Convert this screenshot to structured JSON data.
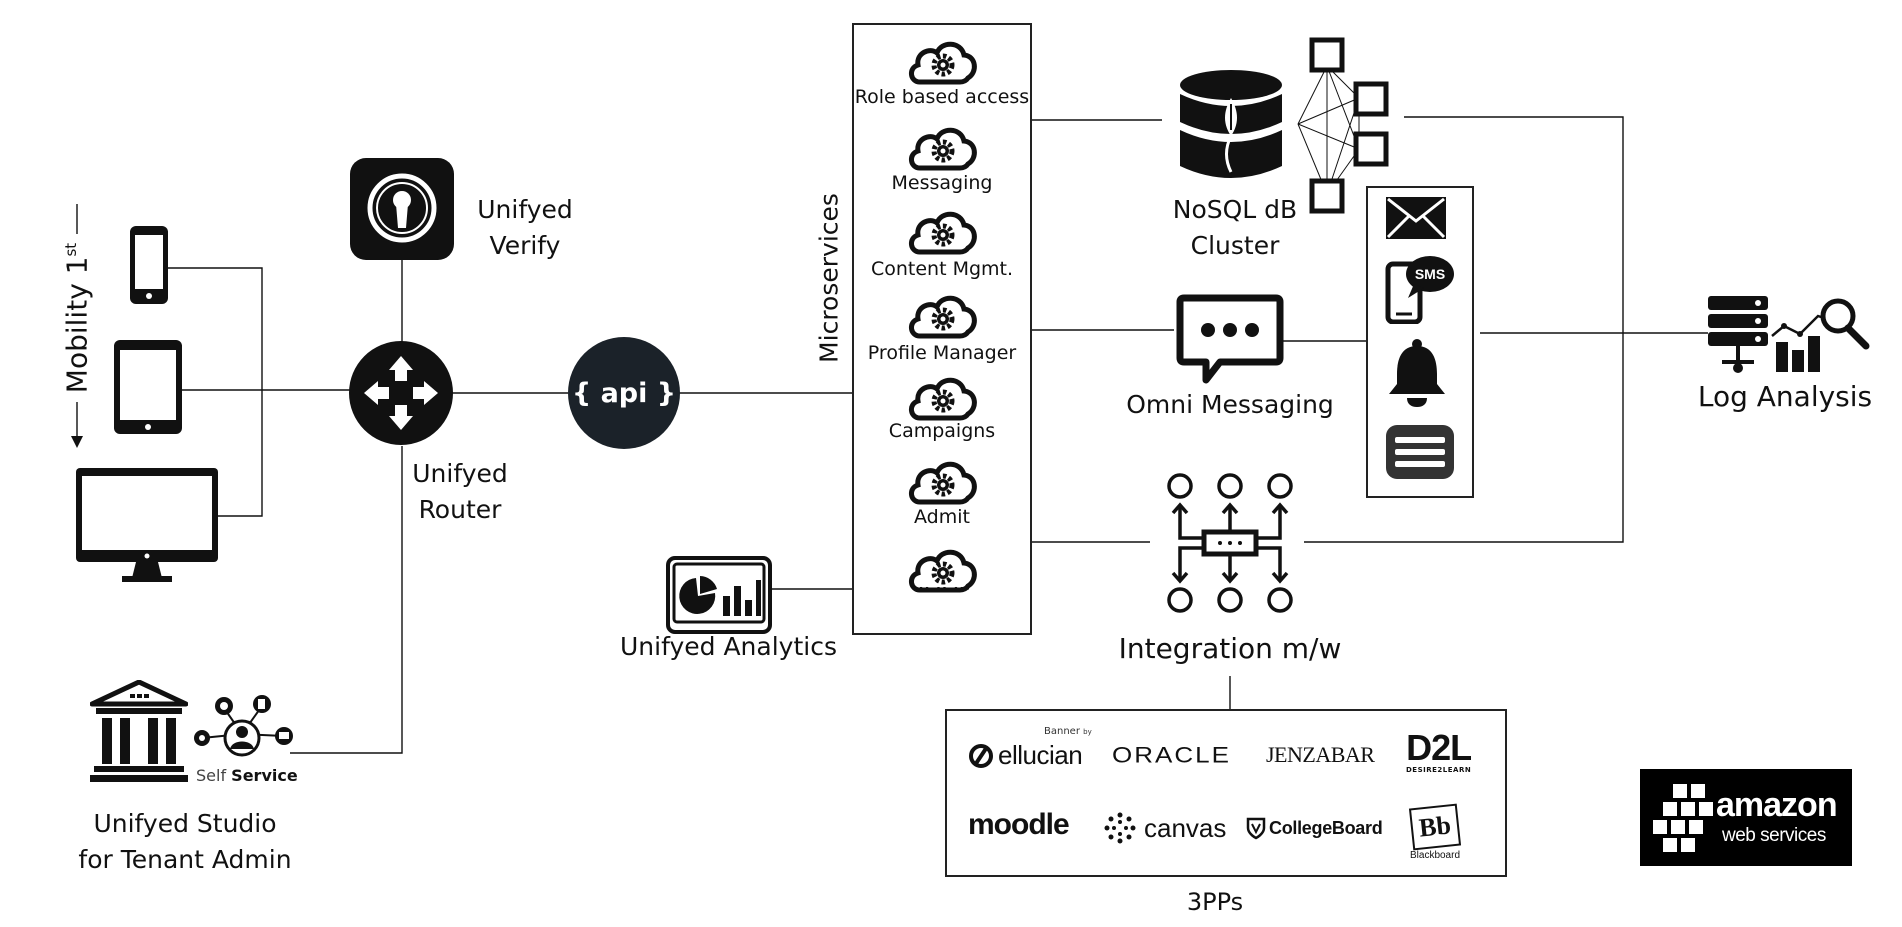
{
  "diagram": {
    "mobility_label": "Mobility 1",
    "mobility_sup": "st",
    "verify_label": [
      "Unifyed",
      "Verify"
    ],
    "router_label": [
      "Unifyed",
      "Router"
    ],
    "api_label": "{ api }",
    "microservices_title": "Microservices",
    "microservices": [
      "Role based access",
      "Messaging",
      "Content Mgmt.",
      "Profile Manager",
      "Campaigns",
      "Admit",
      "··· ·· ···"
    ],
    "analytics_label": "Unifyed Analytics",
    "studio_label": [
      "Unifyed Studio",
      "for Tenant Admin"
    ],
    "self_service": {
      "prefix": "Self ",
      "bold": "Service"
    },
    "nosql_label": [
      "NoSQL dB",
      "Cluster"
    ],
    "omni_label": "Omni Messaging",
    "sms_badge": "SMS",
    "integration_label": "Integration m/w",
    "log_label": "Log Analysis",
    "tpp_label": "3PPs",
    "tpp_logos": {
      "banner_small": "Banner",
      "banner_by": "by",
      "ellucian": "ellucian",
      "oracle": "ORACLE",
      "jenzabar": "JENZABAR",
      "d2l": "D2L",
      "d2l_sub": "DESIRE2LEARN",
      "moodle": "moodle",
      "canvas": "canvas",
      "collegeboard": "CollegeBoard",
      "blackboard_mark": "Bb",
      "blackboard": "Blackboard"
    },
    "aws": {
      "line1": "amazon",
      "line2": "web services"
    },
    "colors": {
      "ink": "#111111",
      "api_bg": "#1b2229",
      "box_border": "#222222"
    },
    "icons": [
      "phone-icon",
      "tablet-icon",
      "monitor-icon",
      "keyhole-lock-icon",
      "router-arrows-icon",
      "cloud-gear-icon",
      "dashboard-chart-icon",
      "institution-building-icon",
      "user-network-icon",
      "database-icon",
      "cluster-node-icon",
      "chat-bubble-icon",
      "envelope-icon",
      "sms-phone-icon",
      "bell-icon",
      "list-menu-icon",
      "integration-hub-icon",
      "server-analytics-icon",
      "aws-cubes-icon"
    ]
  }
}
